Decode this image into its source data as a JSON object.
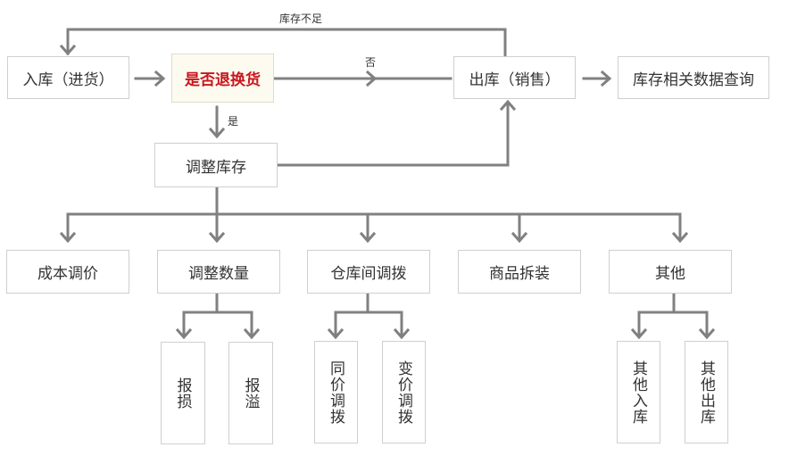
{
  "nodes": {
    "stock_in": "入库（进货）",
    "return_check": "是否退换货",
    "stock_out": "出库（销售）",
    "query": "库存相关数据查询",
    "adjust": "调整库存",
    "cost_adjust": "成本调价",
    "qty_adjust": "调整数量",
    "transfer": "仓库间调拨",
    "split": "商品拆装",
    "other": "其他",
    "report_loss": "报损",
    "report_gain": "报溢",
    "same_price": "同价调拨",
    "diff_price": "变价调拨",
    "other_in": "其他入库",
    "other_out": "其他出库"
  },
  "edge_labels": {
    "shortage": "库存不足",
    "no": "否",
    "yes": "是"
  },
  "colors": {
    "connector": "#808080",
    "box_border": "#cfcfcf",
    "highlight_text": "#c8161d",
    "highlight_bg": "#fdfaf0"
  }
}
